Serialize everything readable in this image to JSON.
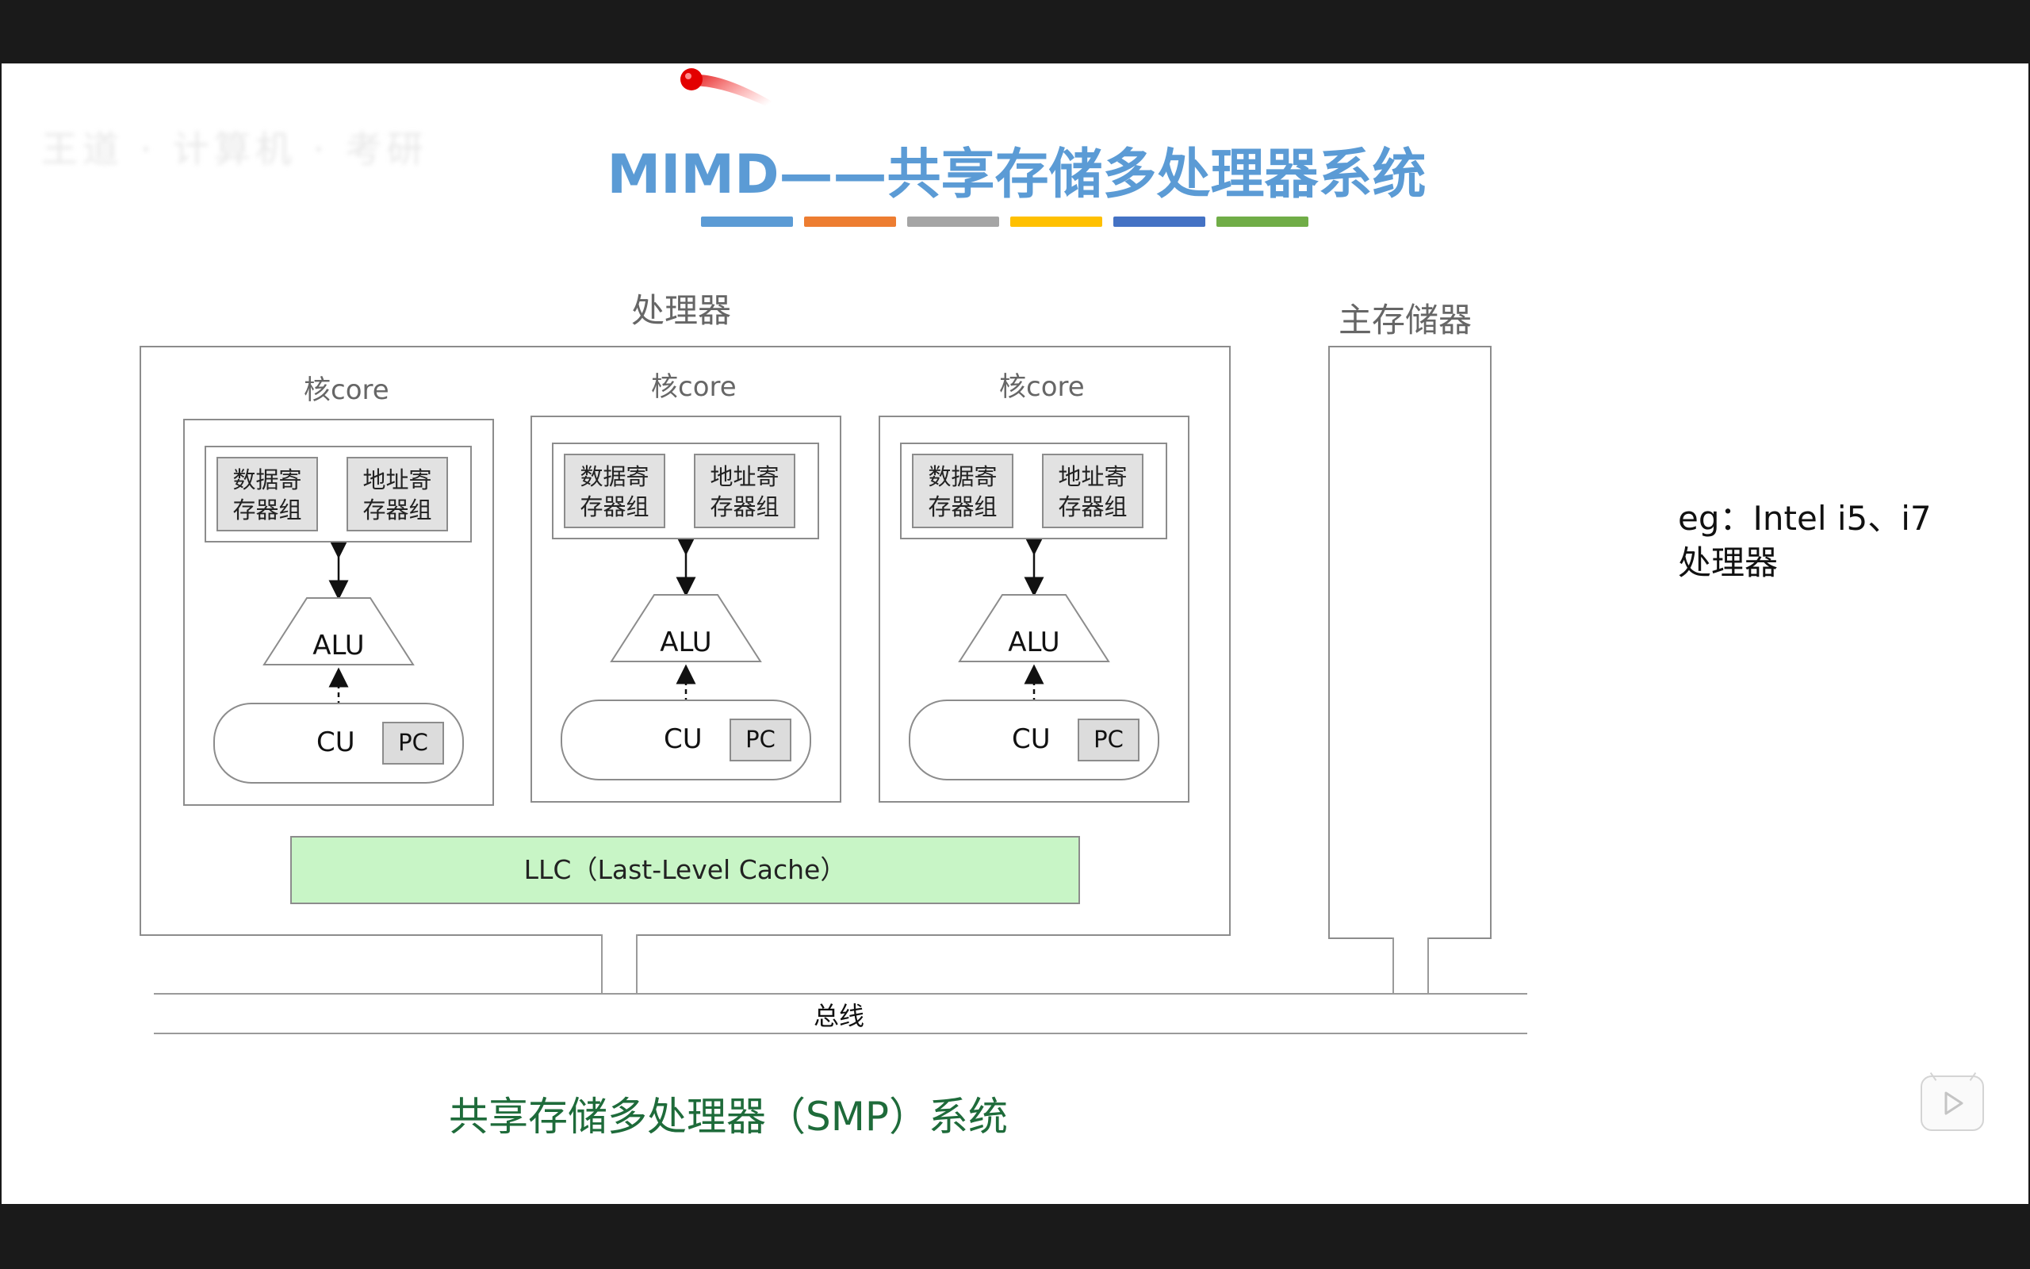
{
  "slide": {
    "title": "MIMD——共享存储多处理器系统",
    "color_bars": [
      "#5b9bd5",
      "#ed7d31",
      "#a5a5a5",
      "#ffc000",
      "#4472c4",
      "#70ad47"
    ],
    "watermark_text": "王道 · 计算机 · 考研"
  },
  "diagram": {
    "processor_label": "处理器",
    "main_memory_label": "主存储器",
    "cores": [
      {
        "label": "核core",
        "data_regs": "数据寄\n存器组",
        "addr_regs": "地址寄\n存器组",
        "alu": "ALU",
        "cu": "CU",
        "pc": "PC"
      },
      {
        "label": "核core",
        "data_regs": "数据寄\n存器组",
        "addr_regs": "地址寄\n存器组",
        "alu": "ALU",
        "cu": "CU",
        "pc": "PC"
      },
      {
        "label": "核core",
        "data_regs": "数据寄\n存器组",
        "addr_regs": "地址寄\n存器组",
        "alu": "ALU",
        "cu": "CU",
        "pc": "PC"
      }
    ],
    "llc_label": "LLC（Last-Level Cache）",
    "bus_label": "总线"
  },
  "note": {
    "line1": "eg：Intel i5、i7",
    "line2": "处理器"
  },
  "caption": "共享存储多处理器（SMP）系统",
  "icons": {
    "play_button": "play-icon",
    "laser_pointer": "laser-pointer-icon"
  }
}
